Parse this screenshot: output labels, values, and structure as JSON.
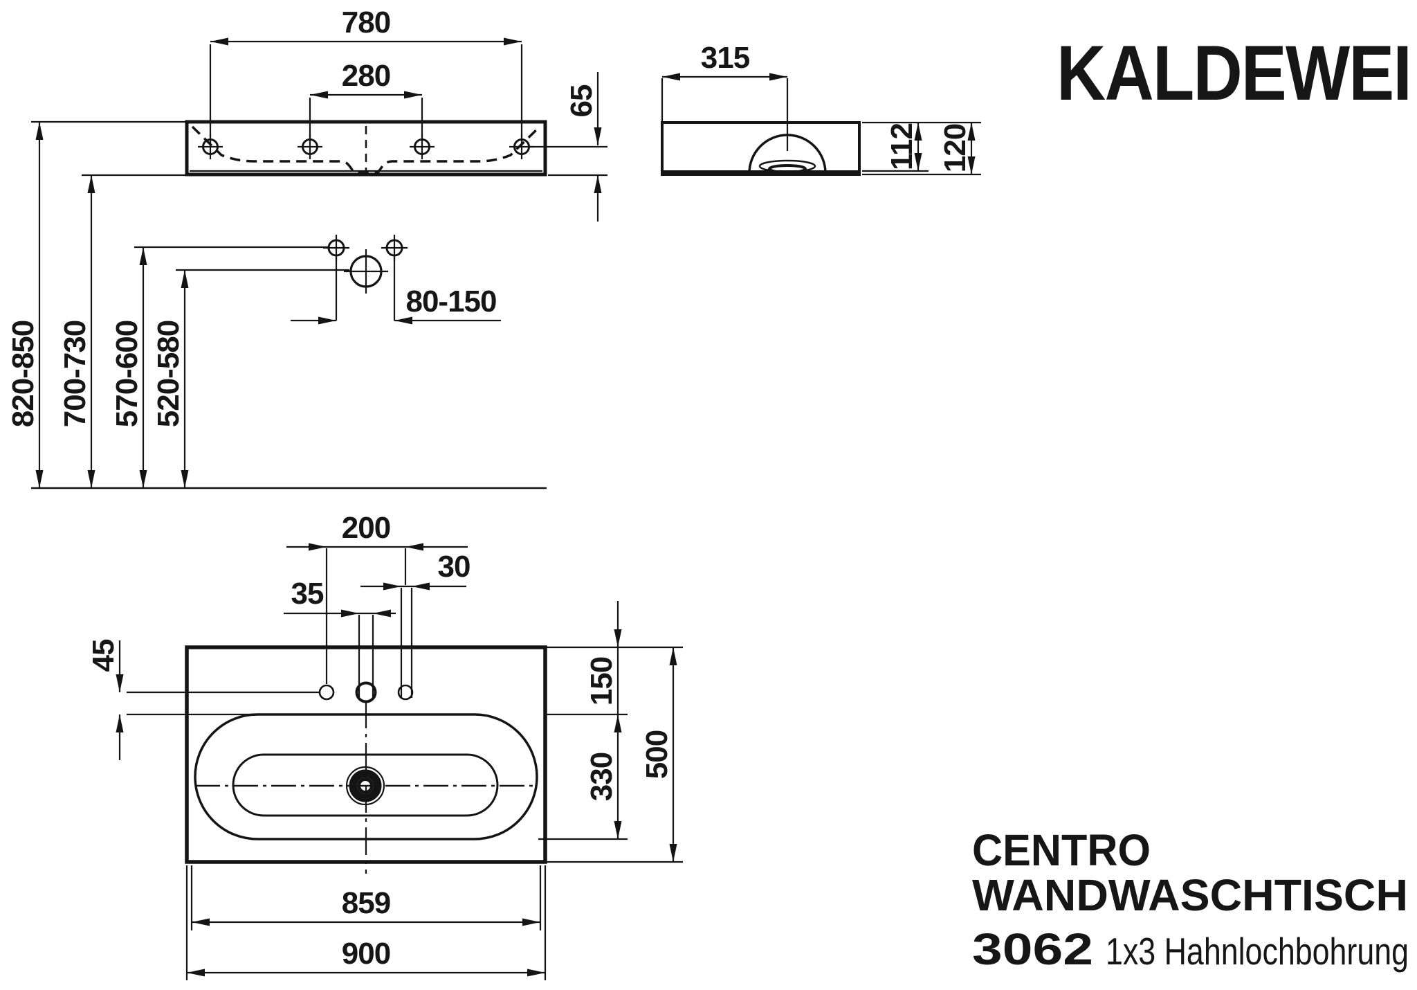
{
  "brand": "KALDEWEI",
  "product": {
    "name_line1": "CENTRO",
    "name_line2": "WANDWASCHTISCH",
    "model_number": "3062",
    "variant": "1x3 Hahnlochbohrung"
  },
  "colors": {
    "ink": "#141414",
    "background": "#ffffff"
  },
  "dimensions": {
    "front_hole_span": "780",
    "front_inner_hole_span": "280",
    "front_hole_to_bottom": "65",
    "mount_height_top_edge": "820-850",
    "mount_height_bottom_edge": "700-730",
    "tap_height_small": "570-600",
    "tap_height_main": "520-580",
    "tap_wall_distance": "80-150",
    "side_front_to_drain": "315",
    "side_height_inner": "112",
    "side_height_total": "120",
    "plan_hole_spacing": "200",
    "plan_side_hole_dia": "30",
    "plan_main_hole_dia": "35",
    "plan_hole_edge_offset": "45",
    "plan_rim_front": "150",
    "plan_bowl_depth": "330",
    "plan_total_depth": "500",
    "plan_inner_width": "859",
    "plan_total_width": "900"
  }
}
